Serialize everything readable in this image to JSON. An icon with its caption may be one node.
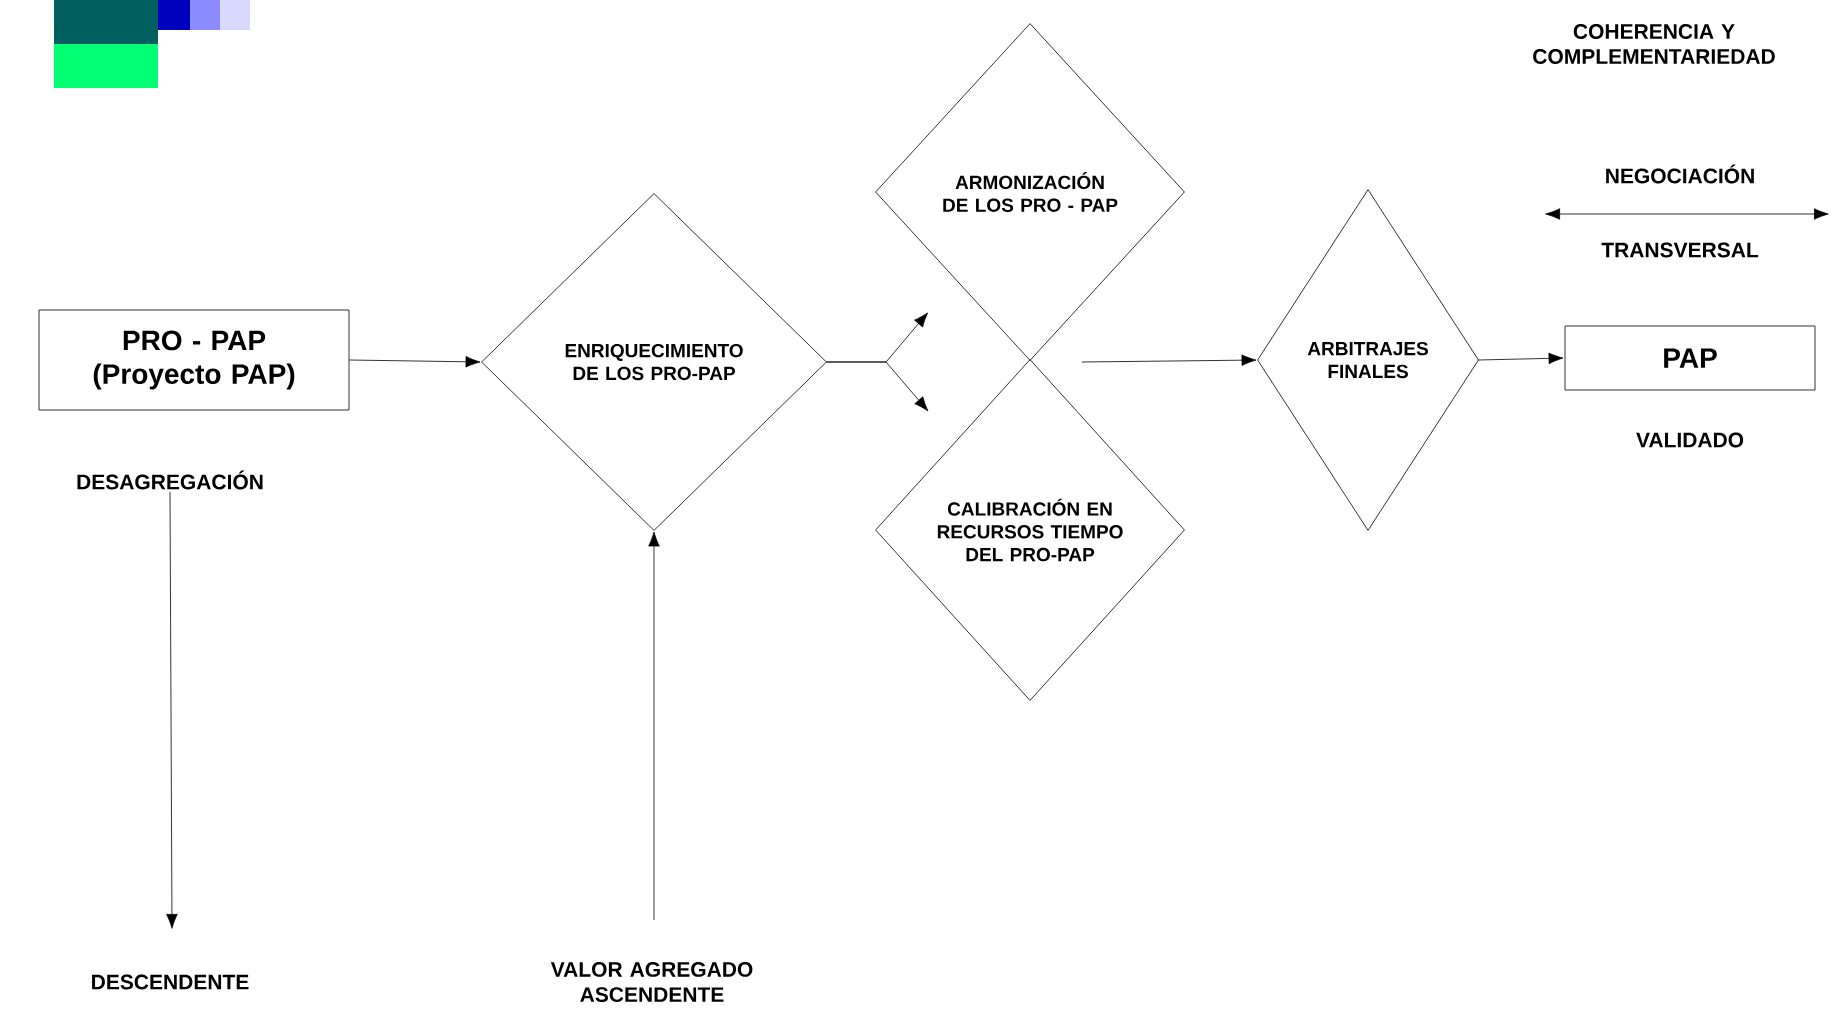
{
  "diagram": {
    "nodes": [
      {
        "text": [
          "PRO - PAP (Proyecto PAP)"
        ]
      },
      {
        "text": [
          "ENRIQUECIMIENTO DE LOS PRO-PAP"
        ]
      },
      {
        "text": [
          "ARMONIZACIÓN DE LOS PRO - PAP"
        ]
      },
      {
        "text": [
          "CALIBRACIÓN EN RECURSOS TIEMPO DEL PRO-PAP"
        ]
      },
      {
        "text": [
          "ARBITRAJES FINALES"
        ]
      },
      {
        "text": [
          "PAP"
        ],
        "beside": [
          "VALIDADO"
        ]
      },
      {
        "text": [
          "DESAGREGACIÓN"
        ]
      },
      {
        "text": [
          "DESCENDENTE"
        ]
      },
      {
        "text": [
          "VALOR AGREGADO ASCENDENTE"
        ]
      }
    ],
    "edges": [
      {
        "from": 0,
        "to": 1,
        "arrow": "to"
      },
      {
        "from": 1,
        "to": 2,
        "arrow": "to"
      },
      {
        "from": 1,
        "to": 3,
        "arrow": "to"
      },
      {
        "from": null,
        "to": 4,
        "arrow": "to"
      },
      {
        "from": 4,
        "to": 5,
        "arrow": "to"
      },
      {
        "from": 6,
        "to": 7,
        "arrow": "to"
      },
      {
        "from": 8,
        "to": 1,
        "arrow": "to"
      }
    ],
    "labels": [
      "COHERENCIA Y COMPLEMENTARIEDAD",
      "NEGOCIACIÓN",
      "TRANSVERSAL"
    ]
  }
}
